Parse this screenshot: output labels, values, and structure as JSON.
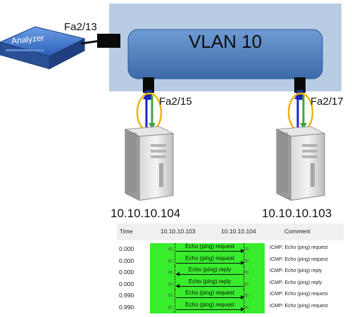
{
  "vlan": {
    "label": "VLAN 10"
  },
  "analyzer": {
    "label": "Analyzer"
  },
  "ports": {
    "analyzer_port": "Fa2/13",
    "left_port": "Fa2/15",
    "right_port": "Fa2/17"
  },
  "hosts": {
    "left_ip": "10.10.10.104",
    "right_ip": "10.10.10.103"
  },
  "capture": {
    "columns": {
      "time": "Time",
      "src": "10.10.10.103",
      "dst": "10.10.10.104",
      "comment": "Comment"
    },
    "rows": [
      {
        "time": "0.000",
        "msg": "Echo (ping) request",
        "comment": "ICMP: Echo (ping) request",
        "direction": "right",
        "port": "(0)"
      },
      {
        "time": "0.000",
        "msg": "Echo (ping) request",
        "comment": "ICMP: Echo (ping) request",
        "direction": "right",
        "port": "(0)"
      },
      {
        "time": "0.000",
        "msg": "Echo (ping) reply",
        "comment": "ICMP: Echo (ping) reply",
        "direction": "left",
        "port": "(0)"
      },
      {
        "time": "0.000",
        "msg": "Echo (ping) reply",
        "comment": "ICMP: Echo (ping) reply",
        "direction": "left",
        "port": "(0)"
      },
      {
        "time": "0.990",
        "msg": "Echo (ping) request",
        "comment": "ICMP: Echo (ping) request",
        "direction": "right",
        "port": "(0)"
      },
      {
        "time": "0.990",
        "msg": "Echo (ping) request",
        "comment": "ICMP: Echo (ping) request",
        "direction": "right",
        "port": "(0)"
      }
    ],
    "colors": {
      "highlight": "#39ec2c",
      "header": "#f0f0f0"
    }
  },
  "colors": {
    "vlan_backdrop": "#b8cce4",
    "vlan_box": "#4a7ebb",
    "mirror_ellipse": "#f0b400",
    "arrow_blue": "#1f1fd6",
    "arrow_green": "#3fa33f",
    "port_block": "#0a0a0a"
  }
}
